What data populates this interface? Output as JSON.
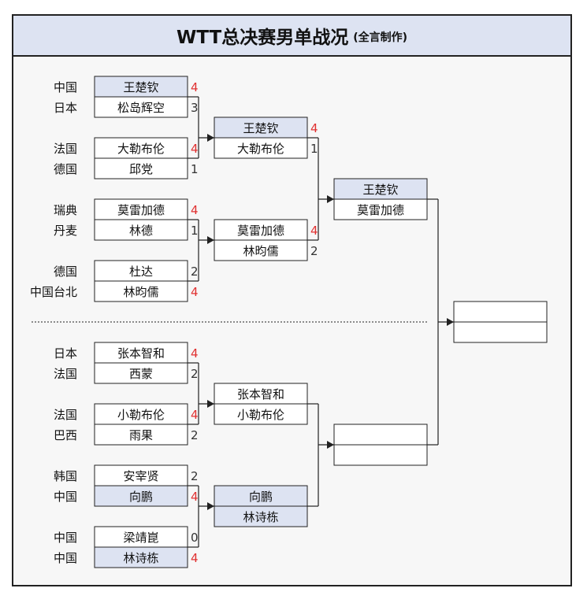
{
  "title": "WTT总决赛男单战况",
  "subtitle": "(全言制作)",
  "round1": [
    {
      "players": [
        {
          "country": "中国",
          "name": "王楚钦",
          "score": "4",
          "win": true
        },
        {
          "country": "日本",
          "name": "松岛辉空",
          "score": "3",
          "win": false
        }
      ]
    },
    {
      "players": [
        {
          "country": "法国",
          "name": "大勒布伦",
          "score": "4",
          "win": true
        },
        {
          "country": "德国",
          "name": "邱党",
          "score": "1",
          "win": false
        }
      ]
    },
    {
      "players": [
        {
          "country": "瑞典",
          "name": "莫雷加德",
          "score": "4",
          "win": true
        },
        {
          "country": "丹麦",
          "name": "林德",
          "score": "1",
          "win": false
        }
      ]
    },
    {
      "players": [
        {
          "country": "德国",
          "name": "杜达",
          "score": "2",
          "win": false
        },
        {
          "country": "中国台北",
          "name": "林昀儒",
          "score": "4",
          "win": true
        }
      ]
    },
    {
      "players": [
        {
          "country": "日本",
          "name": "张本智和",
          "score": "4",
          "win": true
        },
        {
          "country": "法国",
          "name": "西蒙",
          "score": "2",
          "win": false
        }
      ]
    },
    {
      "players": [
        {
          "country": "法国",
          "name": "小勒布伦",
          "score": "4",
          "win": true
        },
        {
          "country": "巴西",
          "name": "雨果",
          "score": "2",
          "win": false
        }
      ]
    },
    {
      "players": [
        {
          "country": "韩国",
          "name": "安宰贤",
          "score": "2",
          "win": false
        },
        {
          "country": "中国",
          "name": "向鹏",
          "score": "4",
          "win": true
        }
      ]
    },
    {
      "players": [
        {
          "country": "中国",
          "name": "梁靖崑",
          "score": "0",
          "win": false
        },
        {
          "country": "中国",
          "name": "林诗栋",
          "score": "4",
          "win": true
        }
      ]
    }
  ],
  "round2": [
    {
      "players": [
        {
          "name": "王楚钦",
          "score": "4",
          "win": true
        },
        {
          "name": "大勒布伦",
          "score": "1",
          "win": false
        }
      ]
    },
    {
      "players": [
        {
          "name": "莫雷加德",
          "score": "4",
          "win": true
        },
        {
          "name": "林昀儒",
          "score": "2",
          "win": false
        }
      ]
    },
    {
      "players": [
        {
          "name": "张本智和",
          "score": "",
          "win": false
        },
        {
          "name": "小勒布伦",
          "score": "",
          "win": false
        }
      ]
    },
    {
      "players": [
        {
          "name": "向鹏",
          "score": "",
          "win": false
        },
        {
          "name": "林诗栋",
          "score": "",
          "win": false
        }
      ]
    }
  ],
  "round3": [
    {
      "players": [
        {
          "name": "王楚钦",
          "score": "",
          "win": false
        },
        {
          "name": "莫雷加德",
          "score": "",
          "win": false
        }
      ]
    },
    {
      "players": [
        {
          "name": "",
          "score": "",
          "win": false
        },
        {
          "name": "",
          "score": "",
          "win": false
        }
      ]
    }
  ],
  "final": {
    "players": [
      {
        "name": "",
        "score": "",
        "win": false
      },
      {
        "name": "",
        "score": "",
        "win": false
      }
    ]
  },
  "colors": {
    "highlight": "#dde3f2",
    "win_score": "#e03030"
  }
}
